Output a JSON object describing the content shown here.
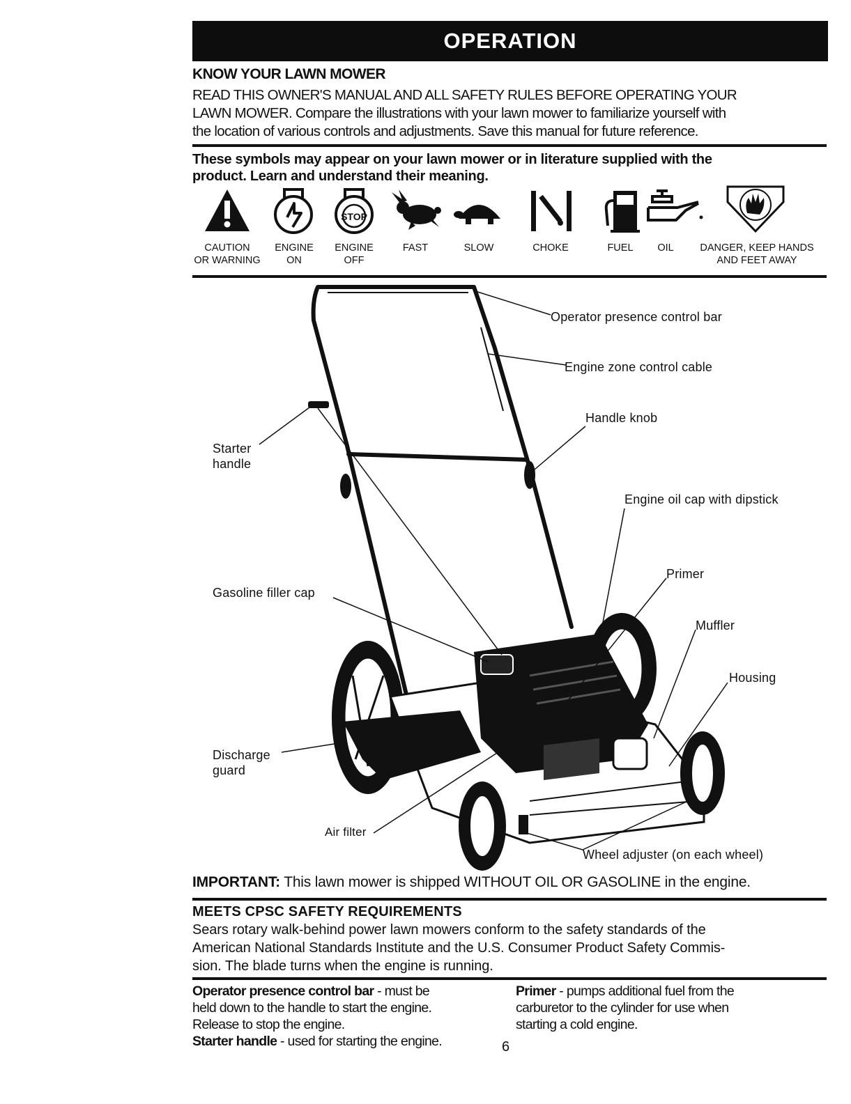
{
  "header": {
    "title": "OPERATION"
  },
  "know": {
    "heading": "KNOW YOUR LAWN MOWER",
    "line1": "READ THIS OWNER'S MANUAL AND ALL SAFETY RULES BEFORE OPERATING YOUR",
    "line2": "LAWN MOWER.  Compare the illustrations with your lawn mower to familiarize yourself with",
    "line3": "the location of various controls and adjustments.  Save this manual for future reference."
  },
  "symbols": {
    "intro_line1": "These symbols may appear on your lawn mower or in literature supplied with the",
    "intro_line2": "product.  Learn and understand their meaning.",
    "items": [
      {
        "label1": "CAUTION",
        "label2": "OR WARNING",
        "icon": "caution-triangle-icon"
      },
      {
        "label1": "ENGINE",
        "label2": "ON",
        "icon": "engine-on-icon"
      },
      {
        "label1": "ENGINE",
        "label2": "OFF",
        "icon": "engine-off-icon",
        "text": "STOP"
      },
      {
        "label1": "FAST",
        "label2": "",
        "icon": "rabbit-icon"
      },
      {
        "label1": "SLOW",
        "label2": "",
        "icon": "turtle-icon"
      },
      {
        "label1": "CHOKE",
        "label2": "",
        "icon": "choke-icon"
      },
      {
        "label1": "FUEL",
        "label2": "",
        "icon": "fuel-pump-icon"
      },
      {
        "label1": "OIL",
        "label2": "",
        "icon": "oil-can-icon"
      },
      {
        "label1": "DANGER, KEEP HANDS",
        "label2": "AND FEET AWAY",
        "icon": "hand-danger-icon"
      }
    ]
  },
  "callouts": {
    "operator_bar": "Operator presence control bar",
    "engine_cable": "Engine zone control cable",
    "handle_knob": "Handle knob",
    "starter1": "Starter",
    "starter2": "handle",
    "oil_cap": "Engine oil cap with dipstick",
    "primer": "Primer",
    "gas_cap": "Gasoline filler cap",
    "muffler": "Muffler",
    "housing": "Housing",
    "discharge1": "Discharge",
    "discharge2": "guard",
    "air_filter": "Air filter",
    "wheel_adjuster": "Wheel adjuster (on each wheel)"
  },
  "important": {
    "label": "IMPORTANT:",
    "text": " This lawn mower is shipped WITHOUT OIL OR GASOLINE in the engine."
  },
  "cpsc": {
    "heading": "MEETS CPSC SAFETY REQUIREMENTS",
    "line1": "Sears rotary walk-behind power lawn mowers conform to the safety standards of the",
    "line2": "American National Standards Institute and the U.S. Consumer Product Safety Commis-",
    "line3": "sion.  The blade turns when the engine is running."
  },
  "definitions": {
    "operator_term": "Operator presence control bar",
    "operator_line1": " - must be",
    "operator_line2": "held down to the handle to start the engine.",
    "operator_line3": "Release to stop the engine.",
    "starter_term": "Starter handle",
    "starter_text": " - used for starting the engine.",
    "primer_term": "Primer",
    "primer_line1": " - pumps additional fuel from the",
    "primer_line2": "carburetor to the cylinder for use when",
    "primer_line3": "starting a cold engine."
  },
  "page_number": "6"
}
